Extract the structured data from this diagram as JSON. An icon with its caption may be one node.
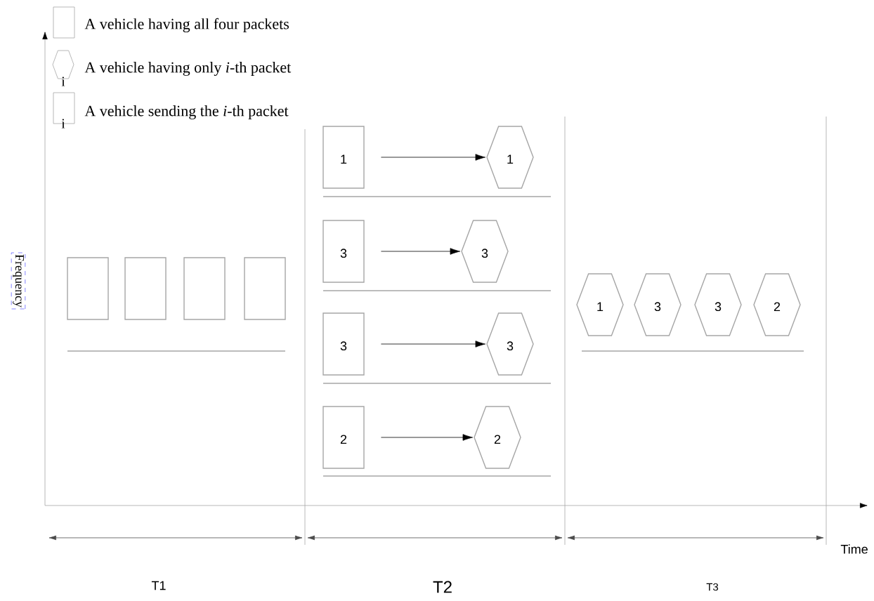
{
  "diagram": {
    "nodes": [
      {
        "text": [],
        "shape": "box"
      },
      {
        "text": [],
        "shape": "box"
      },
      {
        "text": [],
        "shape": "box"
      },
      {
        "text": [],
        "shape": "box"
      },
      {
        "text": [
          "1"
        ]
      },
      {
        "text": [
          "1"
        ]
      },
      {
        "text": [
          "3"
        ]
      },
      {
        "text": [
          "3"
        ]
      },
      {
        "text": [
          "3"
        ]
      },
      {
        "text": [
          "3"
        ]
      },
      {
        "text": [
          "2"
        ]
      },
      {
        "text": [
          "2"
        ]
      },
      {
        "text": [
          "1"
        ]
      },
      {
        "text": [
          "3"
        ]
      },
      {
        "text": [
          "3"
        ]
      },
      {
        "text": [
          "2"
        ]
      }
    ],
    "edges": [
      {
        "from": 4,
        "to": 5,
        "arrow": "to"
      },
      {
        "from": 6,
        "to": 7,
        "arrow": "to"
      },
      {
        "from": 8,
        "to": 9,
        "arrow": "to"
      },
      {
        "from": 10,
        "to": 11,
        "arrow": "to"
      }
    ],
    "labels": [
      "i",
      "i",
      "Frequency",
      "Time",
      "T1",
      "T2",
      "T3"
    ],
    "legend": [
      {
        "text": "A vehicle having all four packets"
      },
      {
        "text": "A vehicle having only *i*-th packet"
      },
      {
        "text": "A vehicle sending the *i*-th packet"
      }
    ]
  }
}
